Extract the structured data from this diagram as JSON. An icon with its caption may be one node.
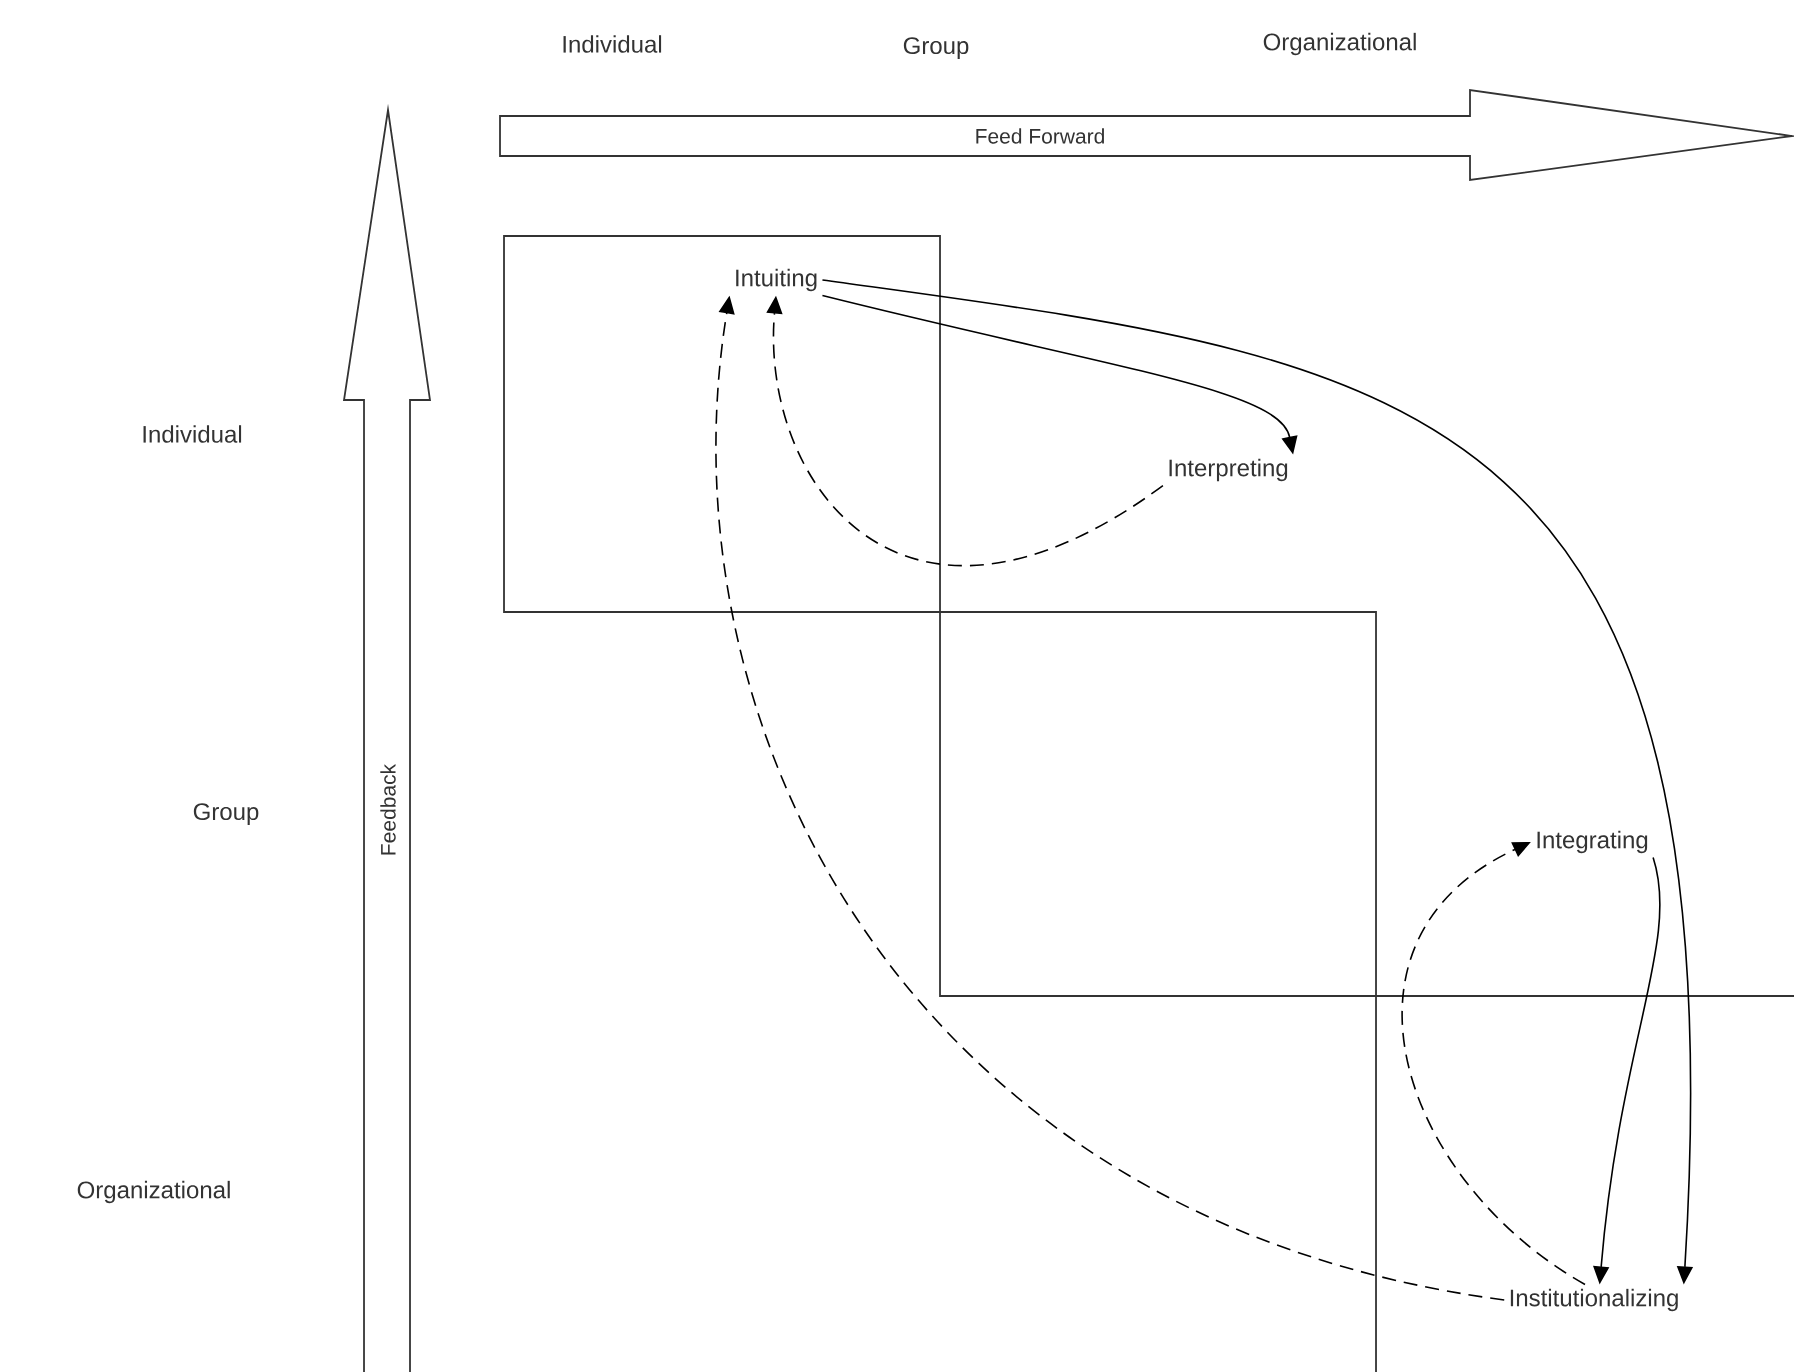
{
  "diagram": {
    "nodes": [
      {
        "text": [
          "Feed Forward"
        ]
      },
      {
        "text": [
          "Feedback"
        ]
      },
      {
        "text": [
          "Intuiting"
        ]
      },
      {
        "text": [
          "Interpreting"
        ]
      },
      {
        "text": [
          "Integrating"
        ]
      },
      {
        "text": [
          "Institutionalizing"
        ]
      }
    ],
    "edges": [
      {
        "from": 2,
        "to": 3,
        "arrow": "to"
      },
      {
        "from": 2,
        "to": 5,
        "arrow": "to"
      },
      {
        "from": 4,
        "to": 5,
        "arrow": "to"
      },
      {
        "from": 5,
        "to": 2,
        "arrow": "to",
        "style": "dashed"
      },
      {
        "from": 3,
        "to": 2,
        "arrow": "to",
        "style": "dashed"
      },
      {
        "from": 5,
        "to": 4,
        "arrow": "to",
        "style": "dashed"
      }
    ],
    "labels": [
      "Individual",
      "Group",
      "Organizational",
      "Individual",
      "Group",
      "Organizational"
    ]
  }
}
